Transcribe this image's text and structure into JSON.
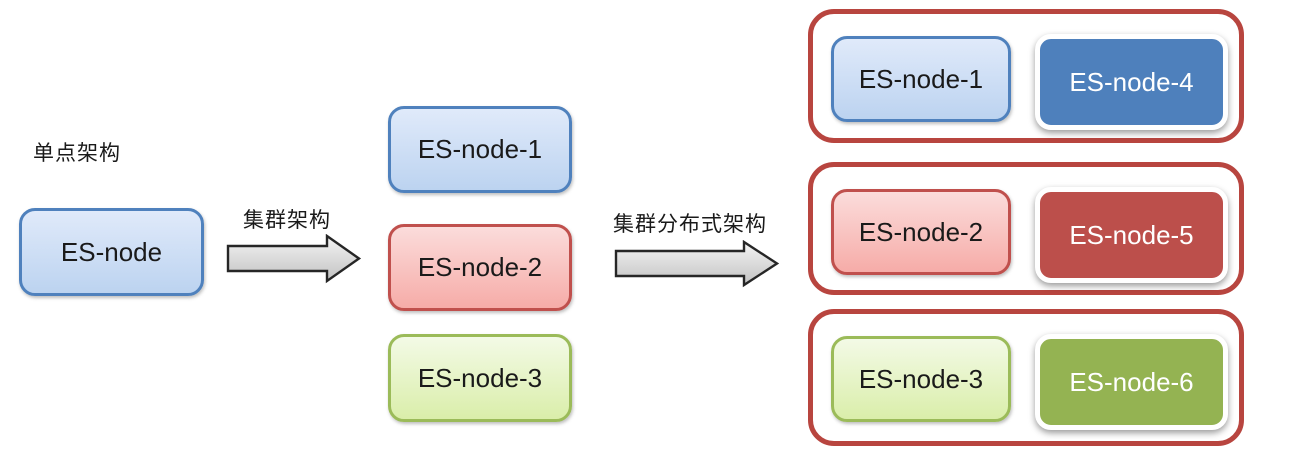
{
  "stage_single": {
    "label": "单点架构",
    "node": "ES-node"
  },
  "arrow_cluster": {
    "label": "集群架构"
  },
  "stage_cluster": {
    "nodes": [
      "ES-node-1",
      "ES-node-2",
      "ES-node-3"
    ]
  },
  "arrow_distributed": {
    "label": "集群分布式架构"
  },
  "stage_distributed": {
    "groups": [
      {
        "primary": "ES-node-1",
        "secondary": "ES-node-4"
      },
      {
        "primary": "ES-node-2",
        "secondary": "ES-node-5"
      },
      {
        "primary": "ES-node-3",
        "secondary": "ES-node-6"
      }
    ]
  },
  "colors": {
    "accent_blue": "#4f81bd",
    "accent_blue_dark_fill": "#4e80bc",
    "accent_red": "#c0504d",
    "accent_red_dark_fill": "#bc4f4b",
    "accent_green": "#9bbb59",
    "accent_green_dark_fill": "#94b352",
    "group_border": "#b8453f",
    "arrow_fill_top": "#f4f4f4",
    "arrow_fill_bottom": "#c2c2c2",
    "arrow_outline": "#262626",
    "text_dark": "#1a1a1a",
    "text_light": "#ffffff",
    "background": "#ffffff"
  }
}
